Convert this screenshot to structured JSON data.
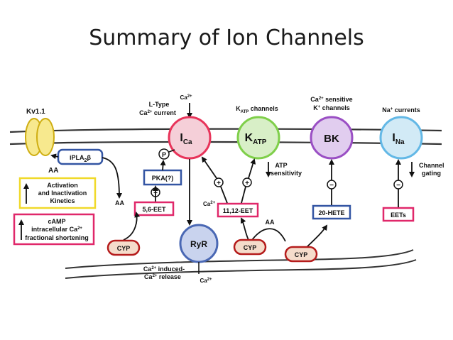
{
  "title": "Summary of Ion Channels",
  "labels": {
    "kv11": "Kv1.1",
    "ltype_line1": "L-Type",
    "ltype_line2_pre": "Ca",
    "ltype_line2_sup": "2+",
    "ltype_line2_post": " current",
    "ca_top_pre": "Ca",
    "ca_top_sup": "2+",
    "katp_channels_pre": "K",
    "katp_channels_sub": "ATP",
    "katp_channels_post": " channels",
    "bk_line1_pre": "Ca",
    "bk_line1_sup": "2+",
    "bk_line1_post": " sensitive",
    "bk_line2_pre": "K",
    "bk_line2_sup": "+",
    "bk_line2_post": " channels",
    "na_currents_pre": "Na",
    "na_currents_sup": "+",
    "na_currents_post": " currents",
    "ica_main": "I",
    "ica_sub": "Ca",
    "katp_main": "K",
    "katp_sub": "ATP",
    "bk": "BK",
    "ina_main": "I",
    "ina_sub": "Na",
    "ryr": "RyR",
    "cyp": "CYP",
    "aa": "AA",
    "ipla2_pre": "iPLA",
    "ipla2_sub": "2",
    "ipla2_post": "β",
    "activation_line1": "Activation",
    "activation_line2": "and Inactivation",
    "activation_line3": "Kinetics",
    "camp_line1": "cAMP",
    "camp_line2_pre": "intracellular Ca",
    "camp_line2_sup": "2+",
    "camp_line3": "fractional shortening",
    "p_marker": "P",
    "pka": "PKA(?)",
    "plus": "+",
    "minus": "−",
    "eet56": "5,6-EET",
    "eet1112": "11,12-EET",
    "hete20": "20-HETE",
    "eets": "EETs",
    "atp_sens_line1": "ATP",
    "atp_sens_line2": "sensitivity",
    "channel_gating_line1": "Channel",
    "channel_gating_line2": "gating",
    "ca2_pre": "Ca",
    "ca2_sup": "2+",
    "cicr_line1_pre": "Ca",
    "cicr_line1_sup": "2+",
    "cicr_line1_post": " induced-",
    "cicr_line2_pre": "Ca",
    "cicr_line2_sup": "2+",
    "cicr_line2_post": " release"
  },
  "colors": {
    "kv11": "#f2df3a",
    "ica": "#e8345a",
    "katp": "#7fcf4a",
    "bk": "#9a4fc4",
    "ina": "#63b8e6",
    "ryr": "#4a68b4",
    "cyp_fill": "#f5dccb",
    "cyp_stroke": "#b51c1c",
    "pink_box": "#e0286a",
    "yellow_box": "#f2df3a",
    "blue_box": "#3355a3",
    "membrane": "#333333"
  }
}
